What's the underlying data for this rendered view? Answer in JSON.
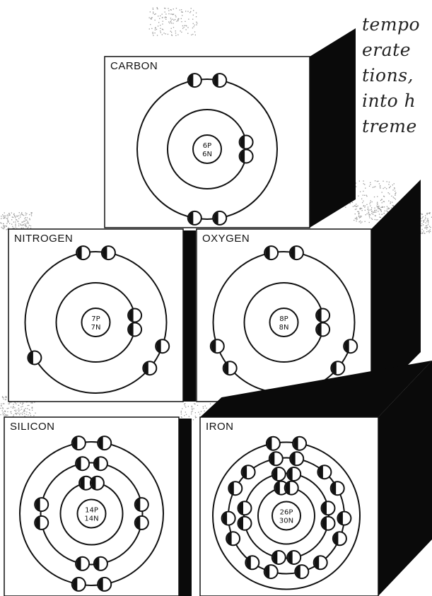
{
  "text_fragment": {
    "lines": [
      "tempo",
      "erate",
      "tions,",
      "into h",
      "treme"
    ]
  },
  "atoms": [
    {
      "label": "CARBON",
      "nucleus": [
        "6P",
        "6N"
      ],
      "shells": [
        2,
        4
      ]
    },
    {
      "label": "NITROGEN",
      "nucleus": [
        "7P",
        "7N"
      ],
      "shells": [
        2,
        5
      ]
    },
    {
      "label": "OXYGEN",
      "nucleus": [
        "8P",
        "8N"
      ],
      "shells": [
        2,
        6
      ]
    },
    {
      "label": "SILICON",
      "nucleus": [
        "14P",
        "14N"
      ],
      "shells": [
        2,
        8,
        4
      ]
    },
    {
      "label": "IRON",
      "nucleus": [
        "26P",
        "30N"
      ],
      "shells": [
        2,
        8,
        14,
        2
      ]
    }
  ],
  "colors": {
    "ink": "#111111",
    "box_fill": "#ffffff",
    "shadow": "#0a0a0a",
    "speckle": "#9a9a9a"
  }
}
